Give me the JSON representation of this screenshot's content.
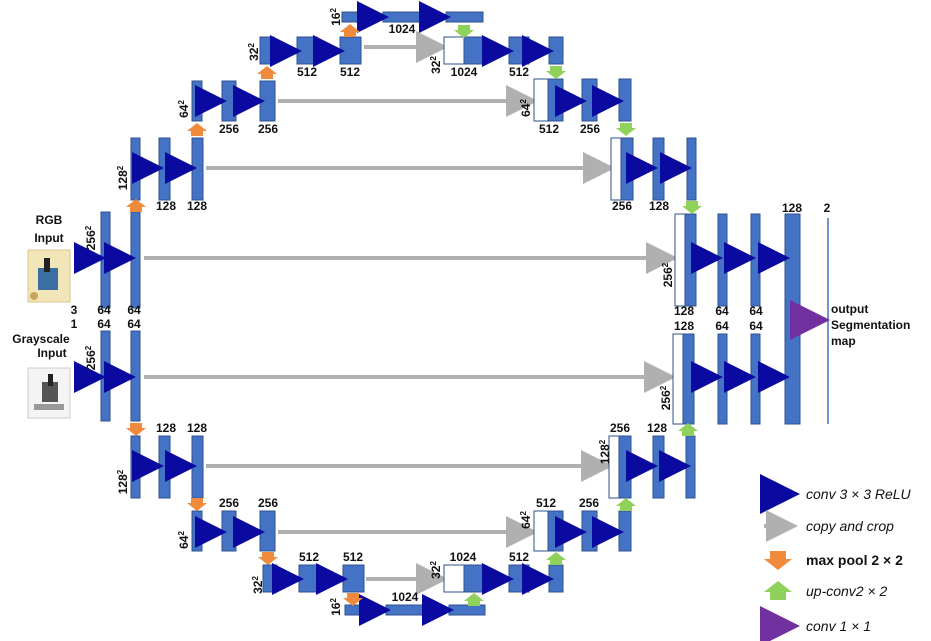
{
  "inputs": {
    "rgb": {
      "label_line1": "RGB",
      "label_line2": "Input"
    },
    "gray": {
      "label_line1": "Grayscale",
      "label_line2": "Input"
    }
  },
  "output": {
    "line1": "output",
    "line2": "Segmentation",
    "line3": "map"
  },
  "channel_labels": {
    "rgb_in": "3",
    "gray_in": "1",
    "c64": "64",
    "c128": "128",
    "c256": "256",
    "c512": "512",
    "c1024": "1024",
    "c2": "2"
  },
  "spatial_labels": {
    "s256": "256",
    "s128": "128",
    "s64": "64",
    "s32": "32",
    "s16": "16",
    "sq": "2"
  },
  "legend": [
    {
      "id": "conv",
      "text": "conv 3 × 3 ReLU",
      "color": "#0a0aa0",
      "shape": "arrow-right"
    },
    {
      "id": "copy",
      "text": "copy and crop",
      "color": "#b0b0b0",
      "shape": "arrow-right"
    },
    {
      "id": "pool",
      "text": "max pool 2 × 2",
      "color": "#f08a3c",
      "shape": "arrow-down"
    },
    {
      "id": "up",
      "text": "up-conv2 × 2",
      "color": "#8fd15a",
      "shape": "arrow-up"
    },
    {
      "id": "conv1",
      "text": "conv 1 × 1",
      "color": "#7030a0",
      "shape": "arrow-right"
    }
  ],
  "colors": {
    "block": "#4472c4",
    "block_border": "#2f528f",
    "conv_arrow": "#0a0aa0",
    "copy_arrow": "#b0b0b0",
    "pool_arrow": "#f08a3c",
    "up_arrow": "#8fd15a",
    "conv1_arrow": "#7030a0"
  }
}
